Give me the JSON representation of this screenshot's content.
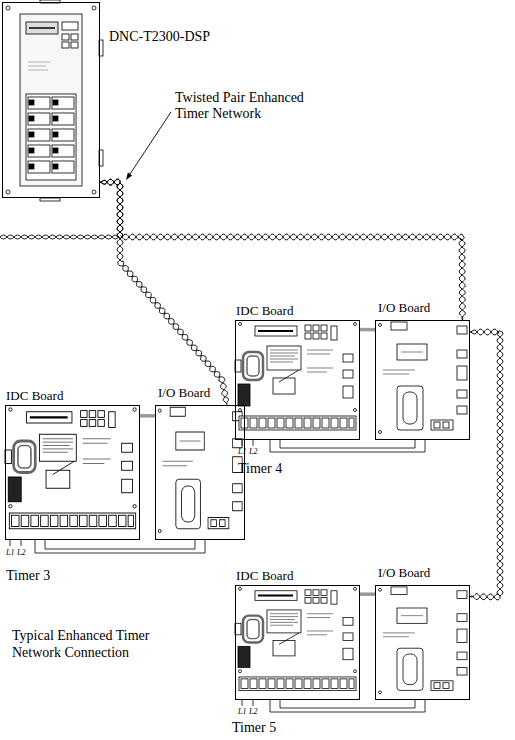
{
  "diagram": {
    "caption": "Typical Enhanced Timer Network Connection",
    "nodes": [
      {
        "text": [
          "DNC-T2300-DSP"
        ]
      },
      {
        "text": [
          "IDC Board"
        ]
      },
      {
        "text": [
          "I/O Board"
        ]
      },
      {
        "text": [
          "IDC Board"
        ]
      },
      {
        "text": [
          "I/O Board"
        ]
      },
      {
        "text": [
          "IDC Board"
        ]
      },
      {
        "text": [
          "I/O Board"
        ]
      }
    ],
    "edges": [
      {
        "from": 0,
        "to": 2,
        "arrow": "none"
      },
      {
        "from": 0,
        "to": 4,
        "arrow": "none"
      },
      {
        "from": 4,
        "to": 6,
        "arrow": "none"
      },
      {
        "from": 1,
        "to": 2,
        "arrow": "none"
      },
      {
        "from": 3,
        "to": 4,
        "arrow": "none"
      },
      {
        "from": 5,
        "to": 6,
        "arrow": "none"
      }
    ],
    "labels": [
      "Twisted Pair Enhanced Timer Network",
      "Timer 3",
      "L1",
      "L2",
      "Timer 4",
      "L1",
      "L2",
      "Timer 5",
      "L1",
      "L2"
    ]
  }
}
